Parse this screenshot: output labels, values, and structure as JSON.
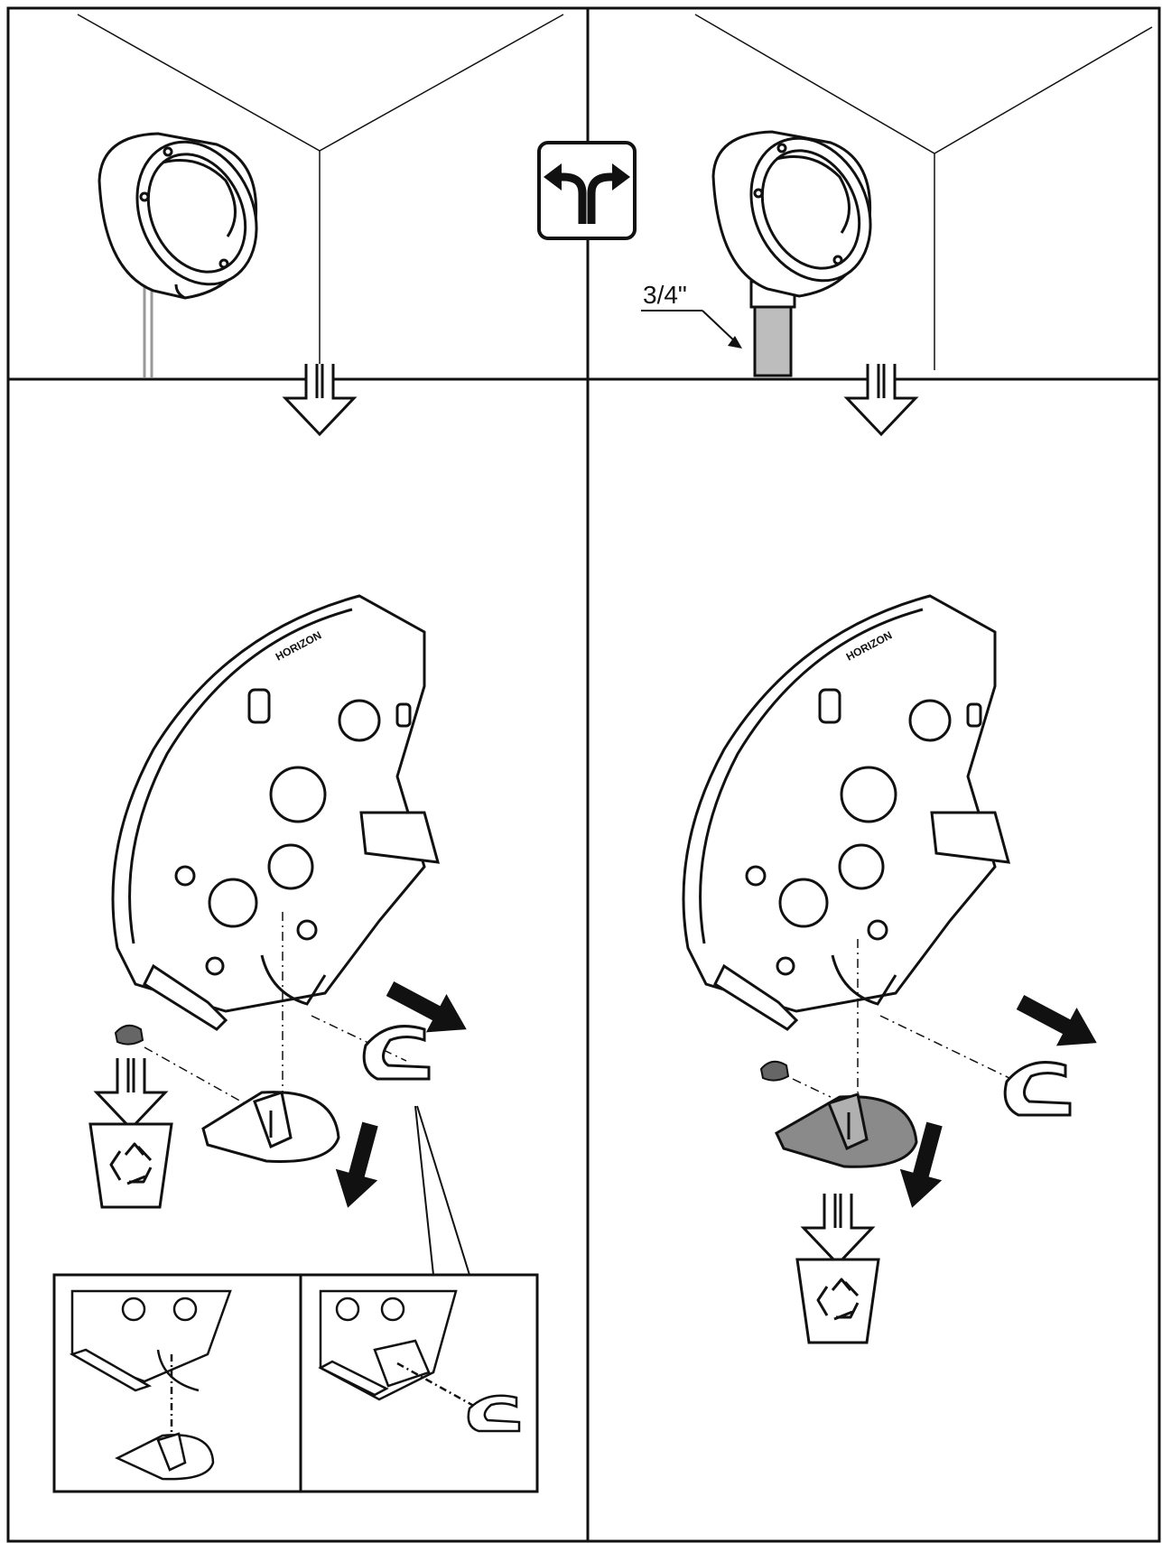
{
  "panels": {
    "top_right": {
      "conduit_size_label": "3/4\""
    },
    "bottom_left": {
      "mount_logo": "HORIZON"
    },
    "bottom_right": {
      "mount_logo": "HORIZON"
    }
  },
  "icons": {
    "branch": "fork-choice-icon",
    "recycle": "recycle-bin-icon",
    "arrow_outline": "down-arrow-outline-icon",
    "arrow_solid": "solid-arrow-icon"
  },
  "colors": {
    "line": "#111111",
    "background": "#ffffff",
    "highlighted_part": "#8a8a8a",
    "cable": "#bdbdbd"
  }
}
